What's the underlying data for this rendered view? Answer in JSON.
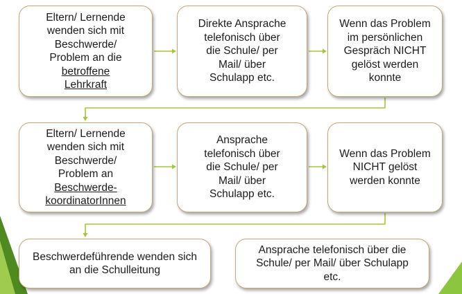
{
  "colors": {
    "arrow": "#a4c83a",
    "box_border": "#c4a677",
    "accent_dark": "#4e8a1f",
    "accent_light": "#9fcc4e"
  },
  "boxes": [
    {
      "lines": [
        {
          "text": "Eltern/ Lernende",
          "underline": false
        },
        {
          "text": "wenden sich mit",
          "underline": false
        },
        {
          "text": "Beschwerde/",
          "underline": false
        },
        {
          "text": "Problem an die",
          "underline": false
        },
        {
          "text": "betroffene",
          "underline": true
        },
        {
          "text": "Lehrkraft",
          "underline": true
        }
      ]
    },
    {
      "lines": [
        {
          "text": "Direkte Ansprache",
          "underline": false
        },
        {
          "text": "telefonisch über",
          "underline": false
        },
        {
          "text": "die Schule/ per",
          "underline": false
        },
        {
          "text": "Mail/ über",
          "underline": false
        },
        {
          "text": "Schulapp etc.",
          "underline": false
        }
      ]
    },
    {
      "lines": [
        {
          "text": "Wenn das Problem",
          "underline": false
        },
        {
          "text": "im persönlichen",
          "underline": false
        },
        {
          "text": "Gespräch NICHT",
          "underline": false
        },
        {
          "text": "gelöst werden",
          "underline": false
        },
        {
          "text": "konnte",
          "underline": false
        }
      ]
    },
    {
      "lines": [
        {
          "text": "Eltern/ Lernende",
          "underline": false
        },
        {
          "text": "wenden sich mit",
          "underline": false
        },
        {
          "text": "Beschwerde/",
          "underline": false
        },
        {
          "text": "Problem an",
          "underline": false
        },
        {
          "text": "Beschwerde-",
          "underline": true
        },
        {
          "text": "koordinatorInnen",
          "underline": true
        }
      ]
    },
    {
      "lines": [
        {
          "text": "Ansprache",
          "underline": false
        },
        {
          "text": "telefonisch über",
          "underline": false
        },
        {
          "text": "die Schule/ per",
          "underline": false
        },
        {
          "text": "Mail/ über",
          "underline": false
        },
        {
          "text": "Schulapp etc.",
          "underline": false
        }
      ]
    },
    {
      "lines": [
        {
          "text": "Wenn das Problem",
          "underline": false
        },
        {
          "text": "NICHT gelöst",
          "underline": false
        },
        {
          "text": "werden konnte",
          "underline": false
        }
      ]
    },
    {
      "lines": [
        {
          "text": "Beschwerdeführende wenden sich",
          "underline": false
        },
        {
          "text": "an die Schulleitung",
          "underline": false
        }
      ]
    },
    {
      "lines": [
        {
          "text": "Ansprache telefonisch über die",
          "underline": false
        },
        {
          "text": "Schule/ per Mail/ über Schulapp",
          "underline": false
        },
        {
          "text": "etc.",
          "underline": false
        }
      ]
    }
  ]
}
